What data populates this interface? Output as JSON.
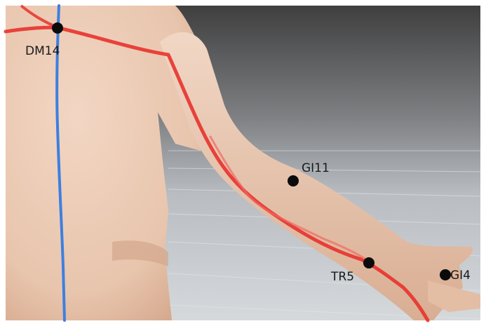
{
  "points": [
    {
      "id": "dm14",
      "label": "DM14"
    },
    {
      "id": "gi11",
      "label": "GI11"
    },
    {
      "id": "tr5",
      "label": "TR5"
    },
    {
      "id": "gi4",
      "label": "GI4"
    }
  ],
  "colors": {
    "skin": "#ecc9b1",
    "skin_shadow": "#d8ab90",
    "meridian_red": "#e8322c",
    "meridian_blue": "#3d7fe0",
    "floor": "#c9cdd2",
    "backdrop": "#5a5a5a",
    "point": "#0b0b0b"
  }
}
